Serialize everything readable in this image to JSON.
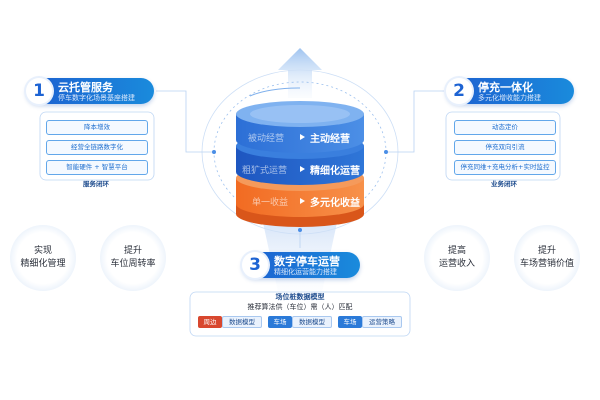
{
  "left_module": {
    "number": "1",
    "title": "云托管服务",
    "subtitle": "停车数字化场景基座搭建",
    "buttons": [
      "降本增效",
      "经营全链路数字化",
      "智能硬件 + 智慧平台"
    ],
    "caption": "服务闭环"
  },
  "right_module": {
    "number": "2",
    "title": "停充一体化",
    "subtitle": "多元化增收能力搭建",
    "buttons": [
      "动态定价",
      "停充双向引流",
      "停充同维+充电分析+实时监控"
    ],
    "caption": "业务闭环"
  },
  "bottom_module": {
    "number": "3",
    "title": "数字停车运营",
    "subtitle": "精细化运营能力搭建",
    "box_title": "场位桩数据模型",
    "box_subtitle": "推荐算法供（车位）需（人）匹配",
    "tags": [
      {
        "a": "周边",
        "b": "数据模型"
      },
      {
        "a": "车场",
        "b": "数据模型"
      },
      {
        "a": "车场",
        "b": "运营策略"
      }
    ]
  },
  "cylinder": {
    "layers": [
      {
        "from": "被动经营",
        "to": "主动经营"
      },
      {
        "from": "粗犷式运营",
        "to": "精细化运营"
      },
      {
        "from": "单一收益",
        "to": "多元化收益"
      }
    ]
  },
  "circles": [
    {
      "line1": "实现",
      "line2": "精细化管理"
    },
    {
      "line1": "提升",
      "line2": "车位周转率"
    },
    {
      "line1": "提高",
      "line2": "运营收入"
    },
    {
      "line1": "提升",
      "line2": "车场营销价值"
    }
  ],
  "colors": {
    "primary_blue": "#1d5fd0",
    "mid_blue": "#2f6fd8",
    "orange": "#f0732a",
    "accent_blue": "#4a8ee6"
  }
}
